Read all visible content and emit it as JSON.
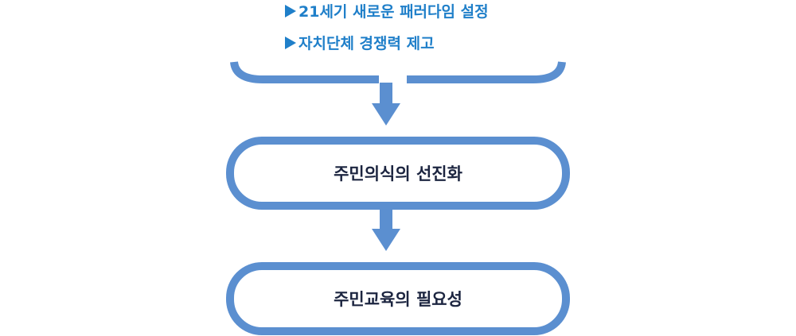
{
  "bullets": [
    {
      "text": "21세기 새로운 패러다임 설정",
      "icon": "triangle-right-icon"
    },
    {
      "text": "자치단체 경쟁력 제고",
      "icon": "triangle-right-icon"
    }
  ],
  "boxes": [
    {
      "label": "주민의식의 선진화"
    },
    {
      "label": "주민교육의 필요성"
    }
  ],
  "colors": {
    "accent_blue": "#5b8fd0",
    "bullet_text": "#1f7fc9",
    "box_text": "#1c2540",
    "background": "#ffffff"
  }
}
